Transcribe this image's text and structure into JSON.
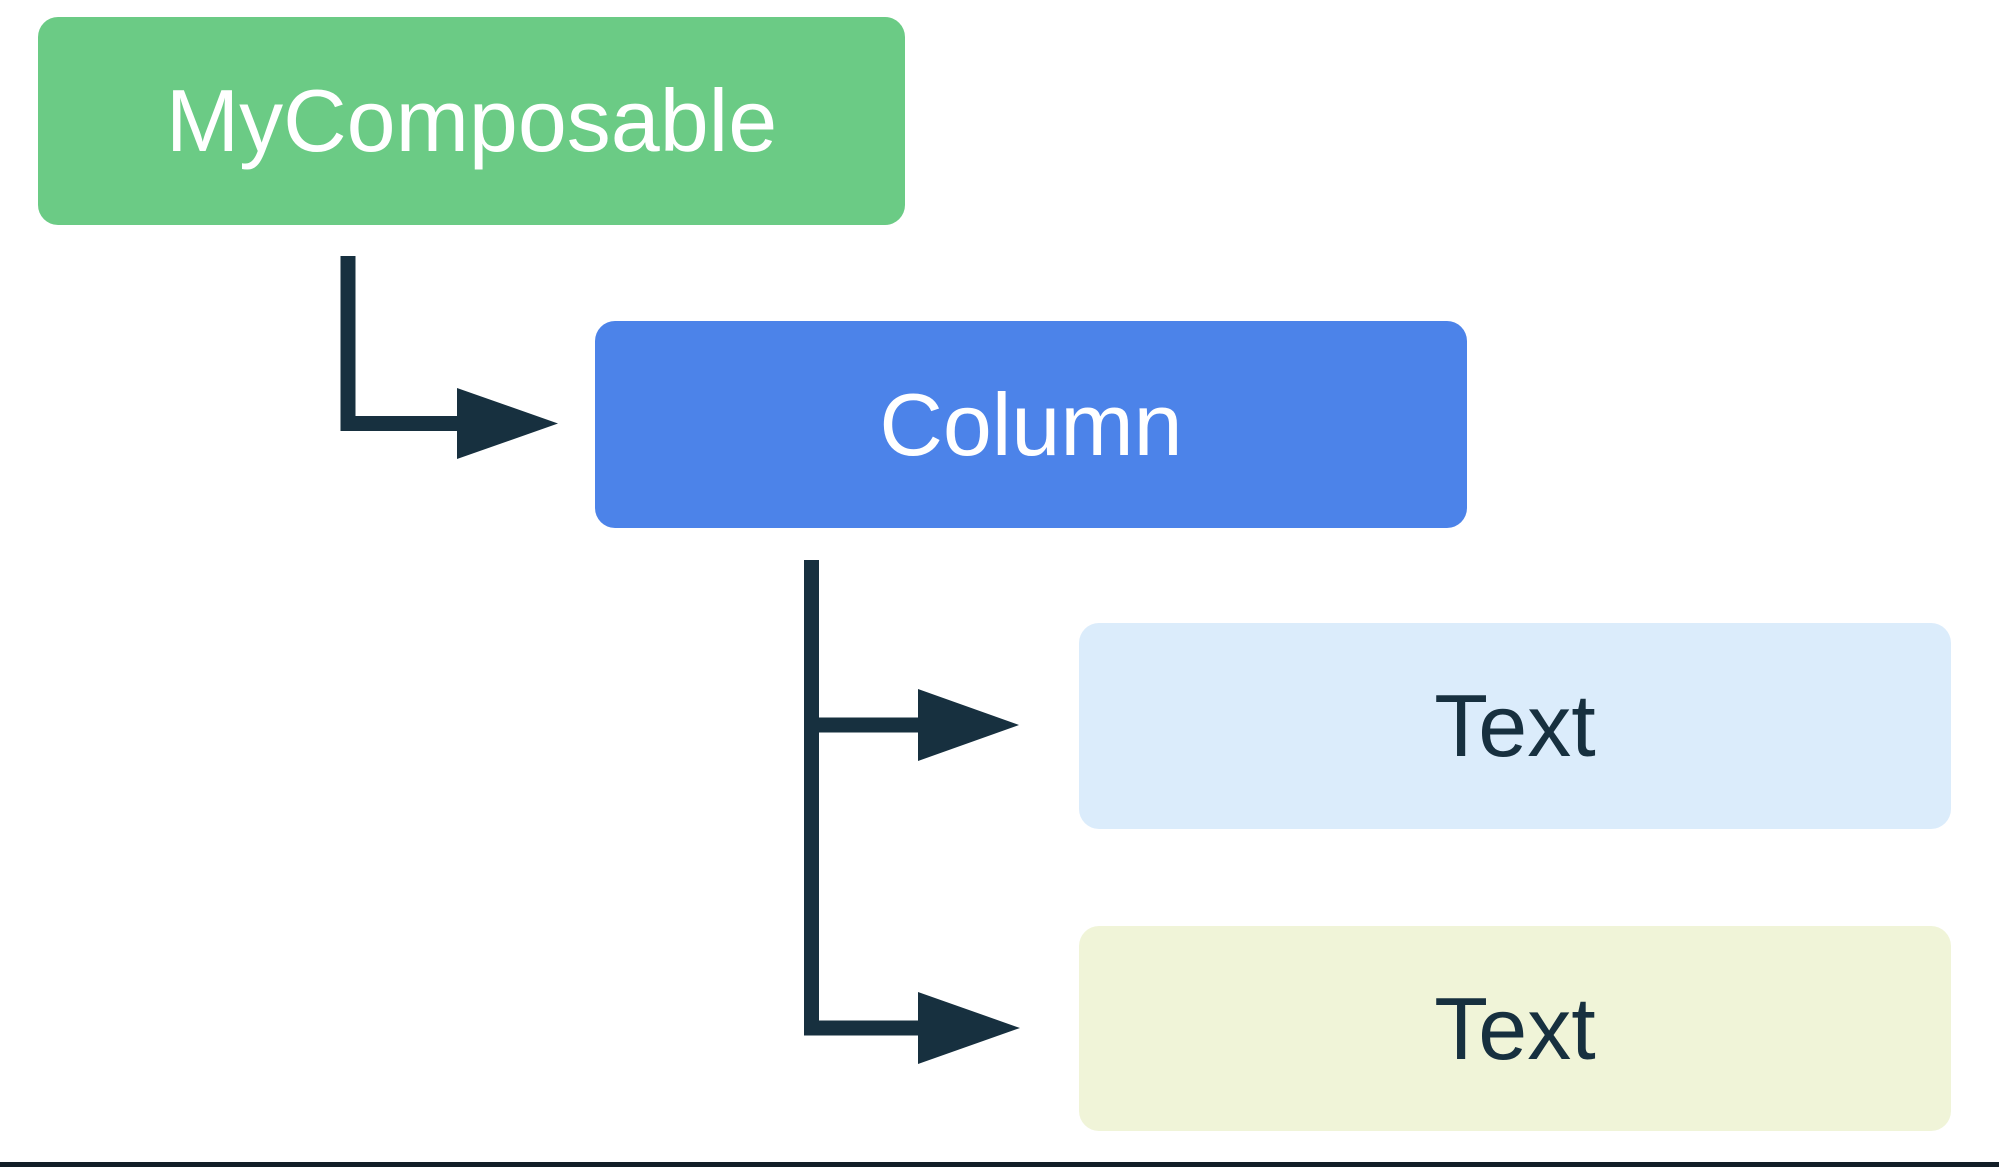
{
  "diagram": {
    "background": "#FFFFFF",
    "connector_color": "#17303F",
    "bottom_rule_color": "#121E27",
    "nodes": [
      {
        "id": "mycomposable",
        "label": "MyComposable",
        "bg": "#6BCB85",
        "text_color": "#FFFFFF"
      },
      {
        "id": "column",
        "label": "Column",
        "bg": "#4C83E9",
        "text_color": "#FFFFFF"
      },
      {
        "id": "text-1",
        "label": "Text",
        "bg": "#DBECFB",
        "text_color": "#17303F"
      },
      {
        "id": "text-2",
        "label": "Text",
        "bg": "#F0F4D8",
        "text_color": "#17303F"
      }
    ],
    "edges": [
      {
        "from": "MyComposable",
        "to": "Column"
      },
      {
        "from": "Column",
        "to": "Text (first)"
      },
      {
        "from": "Column",
        "to": "Text (second)"
      }
    ]
  }
}
